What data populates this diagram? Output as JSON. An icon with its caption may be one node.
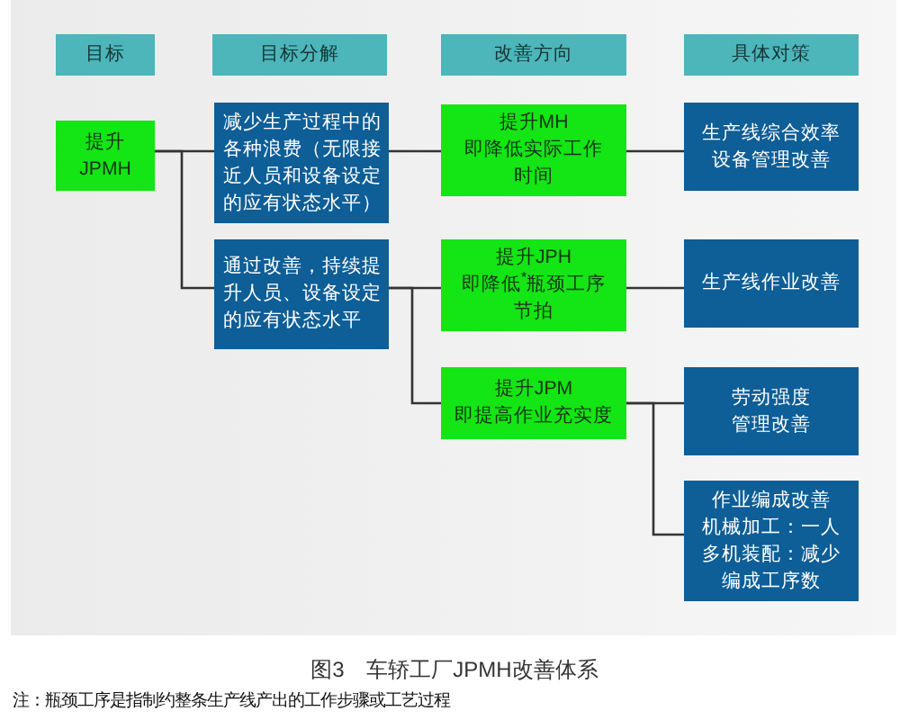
{
  "diagram": {
    "caption": "图3 车轿工厂JPMH改善体系",
    "nodes": [
      {
        "text": [
          "目标"
        ]
      },
      {
        "text": [
          "目标分解"
        ]
      },
      {
        "text": [
          "改善方向"
        ]
      },
      {
        "text": [
          "具体对策"
        ]
      },
      {
        "text": [
          "提升JPMH"
        ]
      },
      {
        "text": [
          "减少生产过程中的各种浪费（无限接近人员和设备设定的应有状态水平）"
        ]
      },
      {
        "text": [
          "提升MH",
          "即降低实际工作时间"
        ]
      },
      {
        "text": [
          "生产线综合效率设备管理改善"
        ]
      },
      {
        "text": [
          "通过改善，持续提升人员、设备设定的应有状态水平"
        ]
      },
      {
        "text": [
          "提升JPH",
          "即降低$^{*}$瓶颈工序节拍"
        ]
      },
      {
        "text": [
          "生产线作业改善"
        ]
      },
      {
        "text": [
          "提升JPM",
          "即提高作业充实度"
        ]
      },
      {
        "text": [
          "劳动强度管理改善"
        ]
      },
      {
        "text": [
          "作业编成改善",
          "机械加工：一人多机装配：减少编成工序数"
        ]
      }
    ],
    "edges": [
      {
        "from": 4,
        "to": 5,
        "arrow": "none"
      },
      {
        "from": 4,
        "to": 8,
        "arrow": "none"
      },
      {
        "from": 5,
        "to": 6,
        "arrow": "none"
      },
      {
        "from": 6,
        "to": 7,
        "arrow": "none"
      },
      {
        "from": 8,
        "to": 9,
        "arrow": "none"
      },
      {
        "from": 8,
        "to": 11,
        "arrow": "none"
      },
      {
        "from": 9,
        "to": 10,
        "arrow": "none"
      },
      {
        "from": 11,
        "to": 12,
        "arrow": "none"
      },
      {
        "from": 11,
        "to": 13,
        "arrow": "none"
      }
    ],
    "labels": [
      "注：瓶颈工序是指制约整条生产线产出的工作步骤或工艺过程"
    ]
  }
}
